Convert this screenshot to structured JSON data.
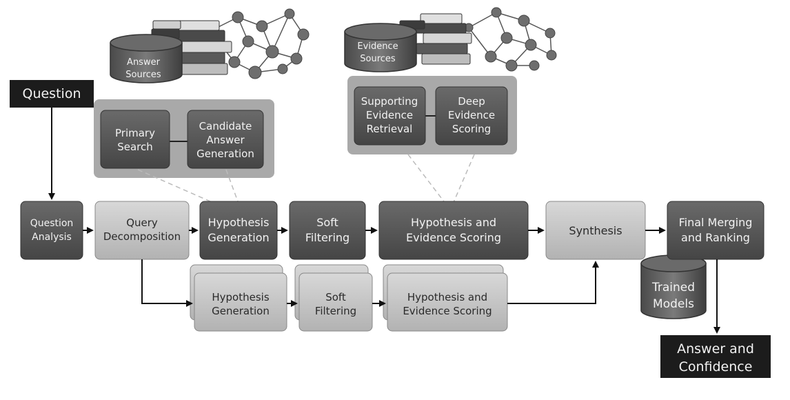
{
  "labels": {
    "question": "Question",
    "answer_confidence": [
      "Answer and",
      "Confidence"
    ],
    "answer_sources": [
      "Answer",
      "Sources"
    ],
    "evidence_sources": [
      "Evidence",
      "Sources"
    ],
    "trained_models": [
      "Trained",
      "Models"
    ],
    "primary_search": [
      "Primary",
      "Search"
    ],
    "candidate_answer_generation": [
      "Candidate",
      "Answer",
      "Generation"
    ],
    "supporting_evidence_retrieval": [
      "Supporting",
      "Evidence",
      "Retrieval"
    ],
    "deep_evidence_scoring": [
      "Deep",
      "Evidence",
      "Scoring"
    ],
    "question_analysis": [
      "Question",
      "Analysis"
    ],
    "query_decomposition": [
      "Query",
      "Decomposition"
    ],
    "hypothesis_generation": [
      "Hypothesis",
      "Generation"
    ],
    "soft_filtering": [
      "Soft",
      "Filtering"
    ],
    "hypothesis_evidence_scoring": [
      "Hypothesis and",
      "Evidence Scoring"
    ],
    "synthesis": "Synthesis",
    "final_merging": [
      "Final Merging",
      "and Ranking"
    ],
    "hypothesis_generation_2": [
      "Hypothesis",
      "Generation"
    ],
    "soft_filtering_2": [
      "Soft",
      "Filtering"
    ],
    "hypothesis_evidence_scoring_2": [
      "Hypothesis and",
      "Evidence Scoring"
    ]
  },
  "colors": {
    "dark_box": "#555555",
    "light_box": "#c4c4c4",
    "group_panel": "#a9a9a9",
    "black_label": "#1c1c1c",
    "arrow": "#111111"
  }
}
